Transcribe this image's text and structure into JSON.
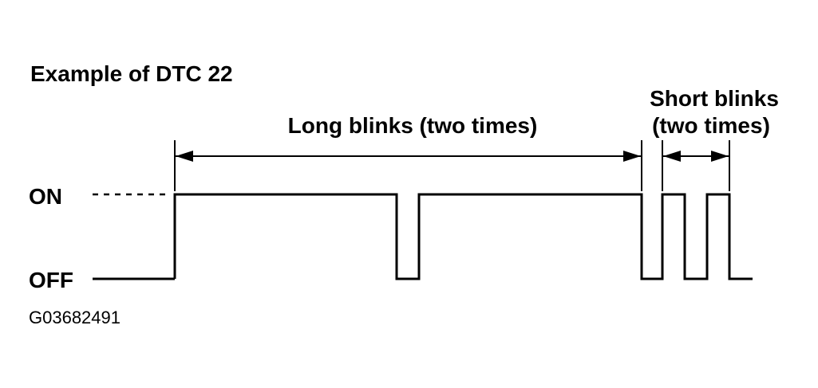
{
  "title": "Example of DTC 22",
  "labels": {
    "on": "ON",
    "off": "OFF",
    "long_blinks": "Long blinks (two times)",
    "short_blinks_line1": "Short blinks",
    "short_blinks_line2": "(two times)",
    "figure_code": "G03682491"
  },
  "colors": {
    "ink": "#000000",
    "background": "#ffffff"
  }
}
